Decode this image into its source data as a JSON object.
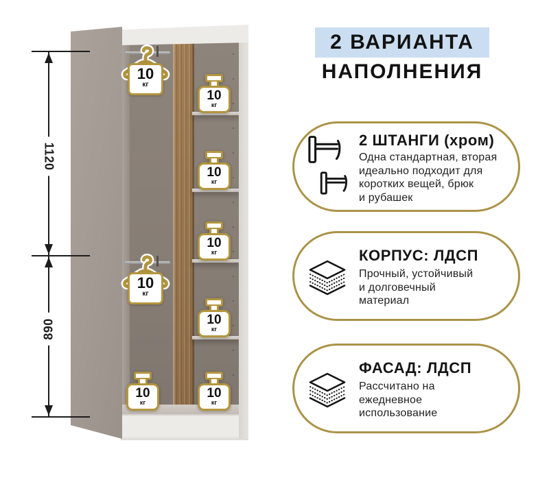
{
  "header": {
    "highlight_text": "2 ВАРИАНТА",
    "subtitle": "НАПОЛНЕНИЯ"
  },
  "diagram": {
    "dim_upper": "1120",
    "dim_lower": "890",
    "rod_badges": [
      {
        "value": "10",
        "unit": "кг"
      },
      {
        "value": "10",
        "unit": "кг"
      }
    ],
    "weight_badges": [
      {
        "value": "10",
        "unit": "кг"
      },
      {
        "value": "10",
        "unit": "кг"
      },
      {
        "value": "10",
        "unit": "кг"
      },
      {
        "value": "10",
        "unit": "кг"
      },
      {
        "value": "10",
        "unit": "кг"
      },
      {
        "value": "10",
        "unit": "кг"
      }
    ]
  },
  "features": [
    {
      "icon": "clothes-rails-icon",
      "title": "2 ШТАНГИ (хром)",
      "lines": [
        "Одна стандартная, вторая",
        "идеально подходит для",
        "коротких вещей, брюк",
        "и рубашек"
      ]
    },
    {
      "icon": "layered-board-icon",
      "title": "КОРПУС: ЛДСП",
      "lines": [
        "Прочный, устойчивый",
        "и долговечный",
        "материал"
      ]
    },
    {
      "icon": "layered-board-icon",
      "title": "ФАСАД: ЛДСП",
      "lines": [
        "Рассчитано на",
        "ежедневное",
        "использование"
      ]
    }
  ],
  "colors": {
    "accent_gold": "#ab9348",
    "icon_gold": "#b3953e",
    "header_highlight": "#cbdef1",
    "wood": "#96734c",
    "side_panel": "#a29992"
  }
}
